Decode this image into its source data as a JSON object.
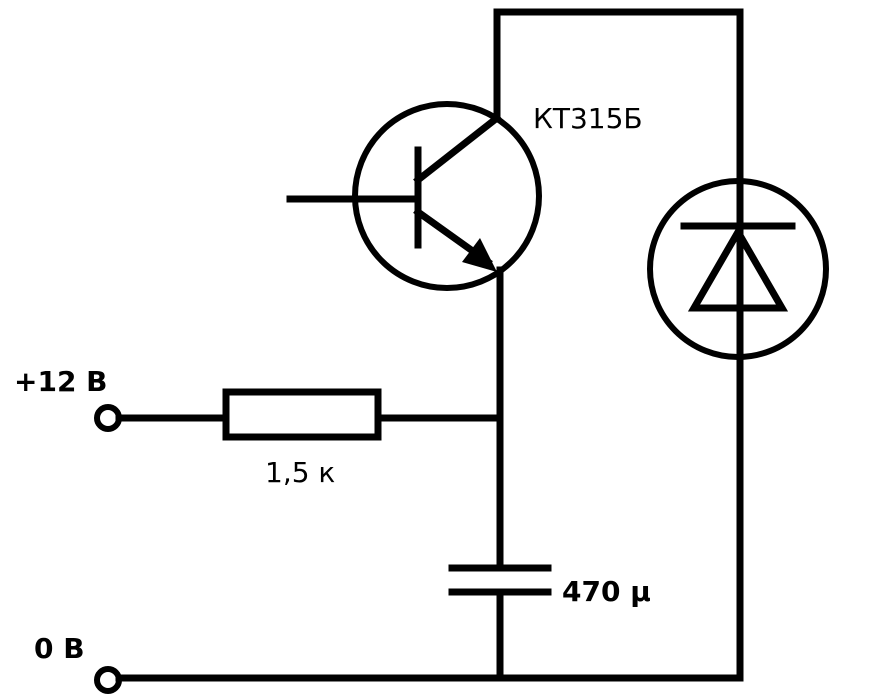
{
  "labels": {
    "transistor": "КТ315Б",
    "supply_positive": "+12 В",
    "ground": "0 В",
    "resistor_value": "1,5 к",
    "capacitor_value": "470 µ"
  },
  "components": {
    "transistor_type": "npn",
    "resistor_icon": "resistor-symbol",
    "capacitor_icon": "capacitor-symbol",
    "lamp_icon": "diode-in-circle-symbol"
  },
  "colors": {
    "line": "#000000",
    "background": "#ffffff"
  }
}
